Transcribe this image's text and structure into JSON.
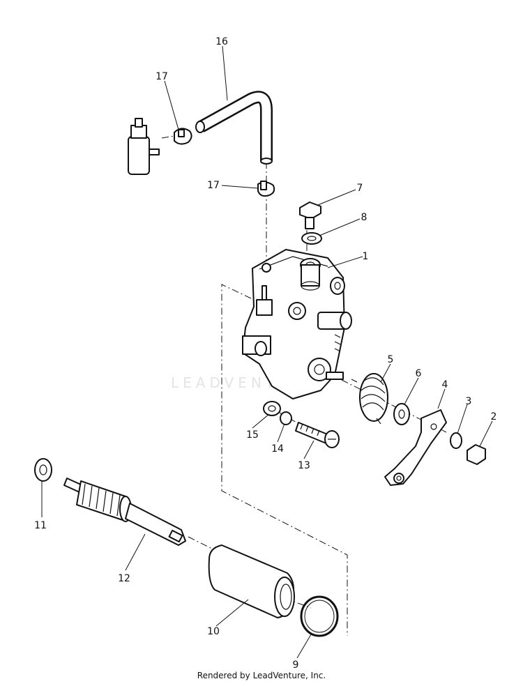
{
  "callouts": [
    {
      "id": "c1",
      "text": "1"
    },
    {
      "id": "c2",
      "text": "2"
    },
    {
      "id": "c3",
      "text": "3"
    },
    {
      "id": "c4",
      "text": "4"
    },
    {
      "id": "c5",
      "text": "5"
    },
    {
      "id": "c6",
      "text": "6"
    },
    {
      "id": "c7",
      "text": "7"
    },
    {
      "id": "c8",
      "text": "8"
    },
    {
      "id": "c9",
      "text": "9"
    },
    {
      "id": "c10",
      "text": "10"
    },
    {
      "id": "c11",
      "text": "11"
    },
    {
      "id": "c12",
      "text": "12"
    },
    {
      "id": "c13",
      "text": "13"
    },
    {
      "id": "c14",
      "text": "14"
    },
    {
      "id": "c15",
      "text": "15"
    },
    {
      "id": "c16",
      "text": "16"
    },
    {
      "id": "c17a",
      "text": "17"
    },
    {
      "id": "c17b",
      "text": "17"
    }
  ],
  "watermark": "LEADVENTURE",
  "footer": "Rendered by LeadVenture, Inc."
}
